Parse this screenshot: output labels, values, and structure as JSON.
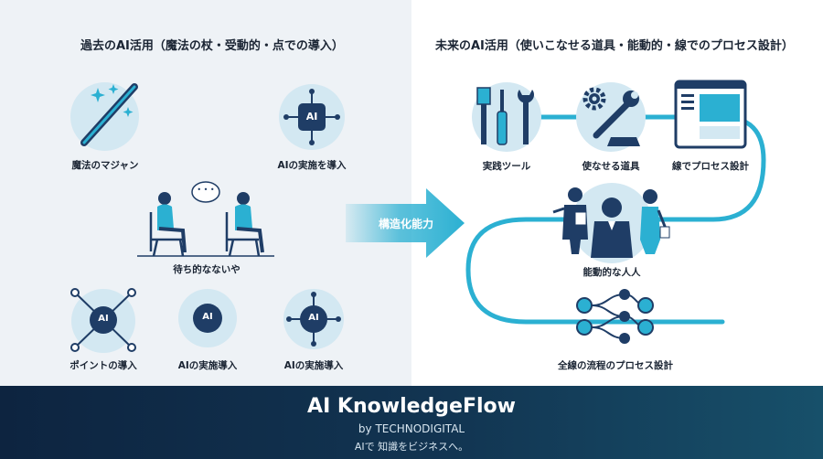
{
  "left": {
    "title": "過去のAI活用（魔法の杖・受動的・点での導入）",
    "items": [
      {
        "label": "魔法のマジャン",
        "icon": "magic-wand-icon"
      },
      {
        "label": "AIの実施を導入",
        "icon": "ai-chip-icon"
      },
      {
        "label": "待ち的なないや",
        "icon": "waiting-people-icon"
      },
      {
        "label": "ポイントの導入",
        "icon": "ai-network-icon"
      },
      {
        "label": "AIの実施導入",
        "icon": "ai-chip-icon"
      },
      {
        "label": "AIの実施導入",
        "icon": "ai-chip-icon"
      }
    ],
    "badge_text": "AI",
    "speech": "• • •"
  },
  "arrow": {
    "label": "構造化能力"
  },
  "right": {
    "title": "未来のAI活用（使いこなせる道具・能動的・線でのプロセス設計）",
    "items": [
      {
        "label": "実践ツール",
        "icon": "tools-icon"
      },
      {
        "label": "使なせる道具",
        "icon": "gear-wrench-icon"
      },
      {
        "label": "線でプロセス設計",
        "icon": "monitor-icon"
      },
      {
        "label": "能動的な人人",
        "icon": "active-people-icon"
      },
      {
        "label": "全線の流程のプロセス設計",
        "icon": "process-flow-icon"
      }
    ]
  },
  "footer": {
    "brand": "AI KnowledgeFlow",
    "by": "by TECHNODIGITAL",
    "tagline": "AIで 知識をビジネスへ。"
  },
  "colors": {
    "navy": "#1f3d66",
    "teal": "#2bb0d2",
    "light_circle": "#d3e8f2",
    "footer_dark": "#0d2440",
    "footer_teal": "#17506a"
  }
}
